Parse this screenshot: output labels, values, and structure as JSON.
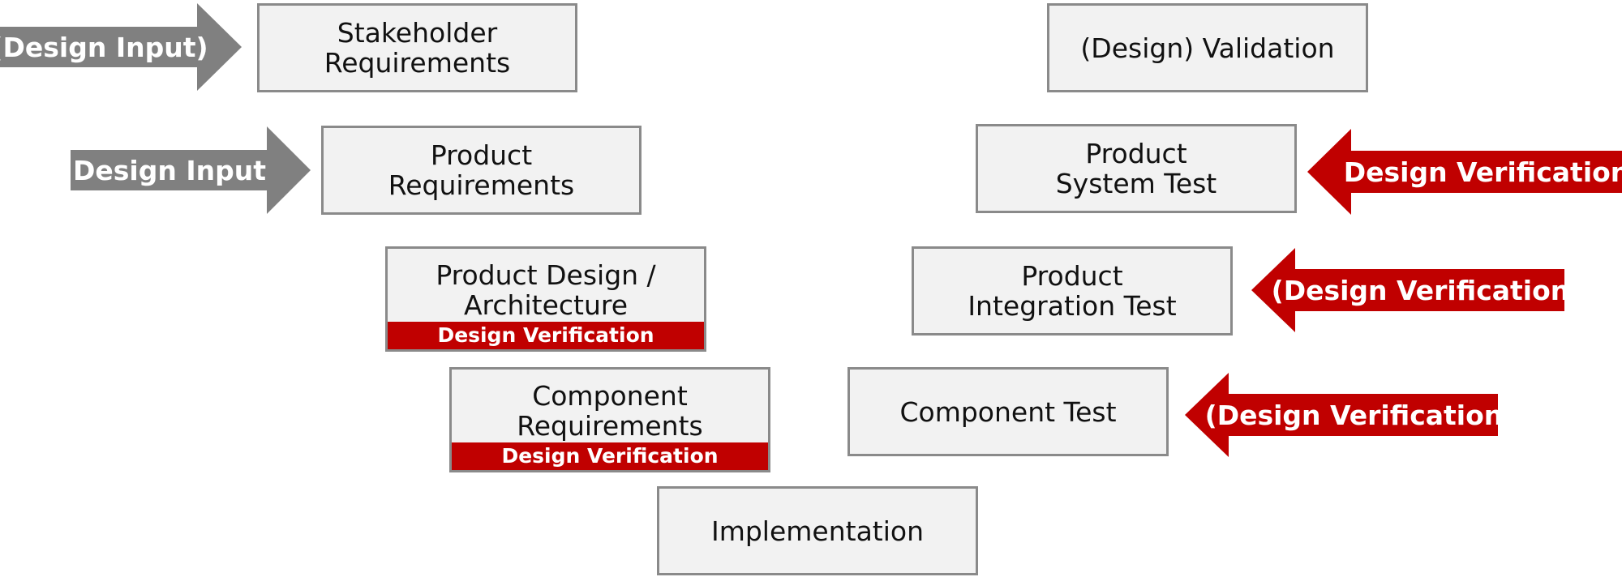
{
  "colors": {
    "box_fill": "#f2f2f2",
    "box_border": "#8a8a8a",
    "input_arrow": "#808080",
    "verification": "#c00000"
  },
  "left": {
    "stakeholder": "Stakeholder\nRequirements",
    "product_req": "Product\nRequirements",
    "design_arch": "Product Design /\nArchitecture",
    "design_arch_band": "Design Verification",
    "component_req": "Component\nRequirements",
    "component_req_band": "Design Verification"
  },
  "bottom": {
    "implementation": "Implementation"
  },
  "right": {
    "validation": "(Design) Validation",
    "system_test": "Product\nSystem Test",
    "integration_test": "Product\nIntegration Test",
    "component_test": "Component Test"
  },
  "arrows": {
    "design_input_paren": "(Design Input)",
    "design_input": "Design Input",
    "verification_1": "Design Verification",
    "verification_2": "(Design Verification)",
    "verification_3": "(Design Verification)"
  }
}
